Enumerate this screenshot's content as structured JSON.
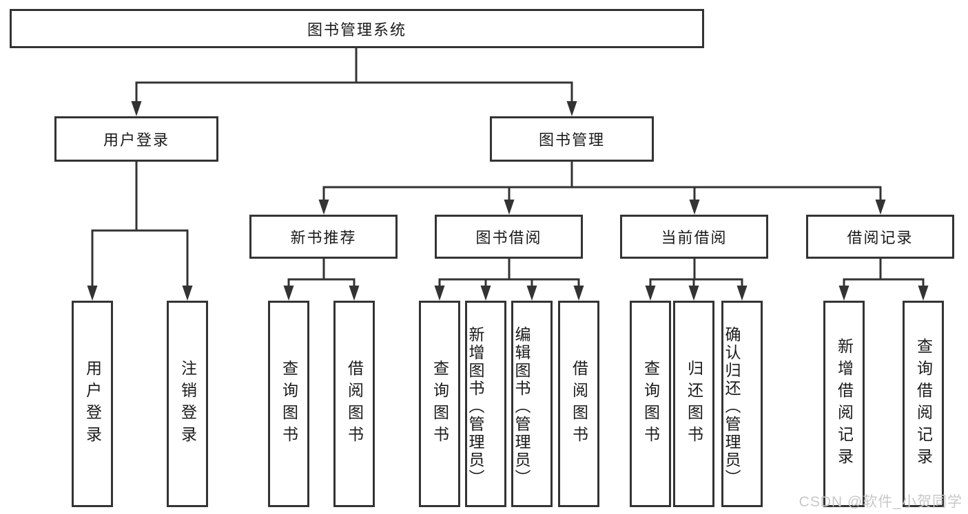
{
  "diagram": {
    "root": "图书管理系统",
    "level2": [
      "用户登录",
      "图书管理"
    ],
    "level3": [
      "新书推荐",
      "图书借阅",
      "当前借阅",
      "借阅记录"
    ],
    "leaves": {
      "user_login": [
        "用户登录",
        "注销登录"
      ],
      "new_books": [
        "查询图书",
        "借阅图书"
      ],
      "book_borrow": [
        "查询图书",
        "新增图书（管理员）",
        "编辑图书（管理员）",
        "借阅图书"
      ],
      "current_borrow": [
        "查询图书",
        "归还图书",
        "确认归还（管理员）"
      ],
      "borrow_records": [
        "新增借阅记录",
        "查询借阅记录"
      ]
    }
  },
  "watermark": "CSDN @软件_小贺同学",
  "colors": {
    "line": "#333333",
    "text": "#1a1a1a",
    "watermark": "#c8c8c8",
    "background": "#ffffff"
  }
}
